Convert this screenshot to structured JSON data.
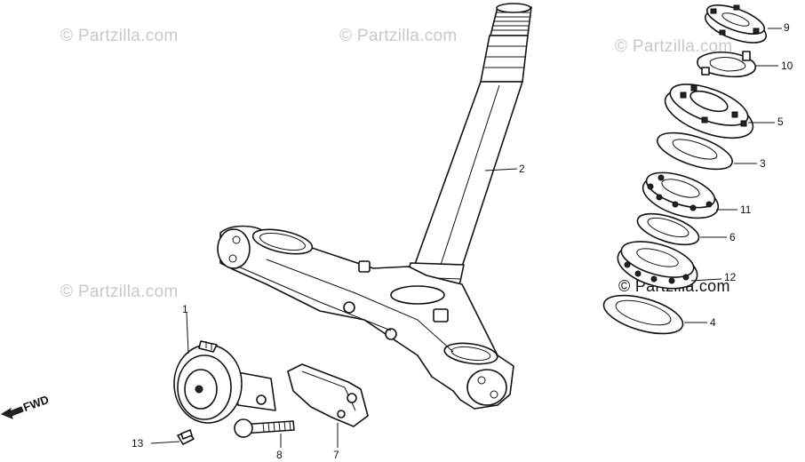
{
  "watermark": {
    "text": "© Partzilla.com",
    "strong_text": "© Partzilla.com"
  },
  "direction_label": "FWD",
  "callouts": [
    "1",
    "2",
    "3",
    "4",
    "5",
    "6",
    "7",
    "8",
    "9",
    "10",
    "11",
    "12",
    "13"
  ],
  "colors": {
    "ink": "#111111",
    "watermark": "#c8c8c8",
    "background": "#ffffff"
  }
}
